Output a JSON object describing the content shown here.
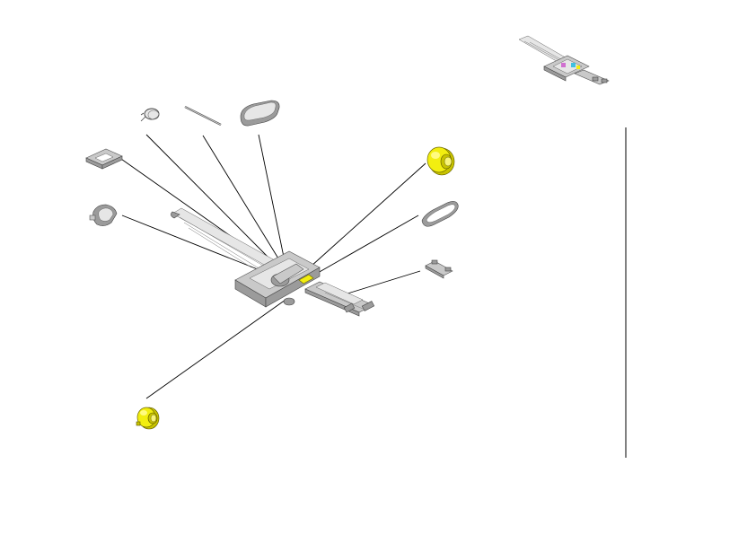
{
  "diagram": {
    "type": "exploded-parts-view",
    "highlight_color": "#f2ee10",
    "part_color": "#c9c9c9",
    "leader_color": "#000000",
    "parts": [
      {
        "id": "spring-clip",
        "icon": "spring-clip-icon"
      },
      {
        "id": "guide-pin",
        "icon": "pin-icon"
      },
      {
        "id": "drive-belt",
        "icon": "belt-icon"
      },
      {
        "id": "bracket-frame",
        "icon": "bracket-icon"
      },
      {
        "id": "gear-cover",
        "icon": "gear-cover-icon"
      },
      {
        "id": "pulley-top",
        "icon": "pulley-icon",
        "highlighted": true
      },
      {
        "id": "timing-belt",
        "icon": "belt-loop-icon"
      },
      {
        "id": "slide-latch",
        "icon": "latch-icon"
      },
      {
        "id": "pulley-bottom",
        "icon": "pulley-icon",
        "highlighted": true
      }
    ],
    "assembly": {
      "icon": "carriage-assembly-icon"
    },
    "thumbnail": {
      "icon": "assembly-thumbnail-icon"
    },
    "divider": {
      "orientation": "vertical"
    }
  }
}
